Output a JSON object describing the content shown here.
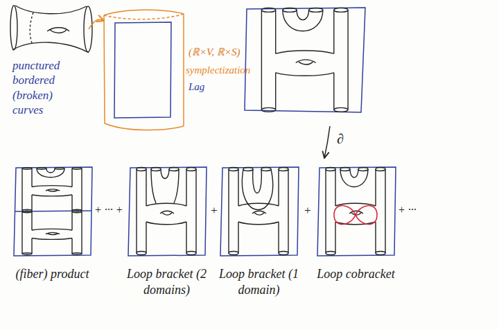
{
  "diagram": {
    "nodes": [
      {
        "text": [
          "punctured bordered (broken) curves"
        ]
      },
      {
        "text": [
          "(ℝ×V, ℝ×S)",
          "symplectization"
        ]
      },
      {
        "text": [
          "(fiber) product"
        ]
      },
      {
        "text": [
          "Loop bracket (2 domains)"
        ]
      },
      {
        "text": [
          "Loop bracket (1 domain)"
        ]
      },
      {
        "text": [
          "Loop cobracket"
        ]
      }
    ],
    "edges": [
      {
        "from": 0,
        "to": 1,
        "arrow": "to"
      }
    ],
    "labels": [
      "Lag",
      "∂",
      "+ ··· +",
      "+",
      "+",
      "+ ···"
    ]
  }
}
